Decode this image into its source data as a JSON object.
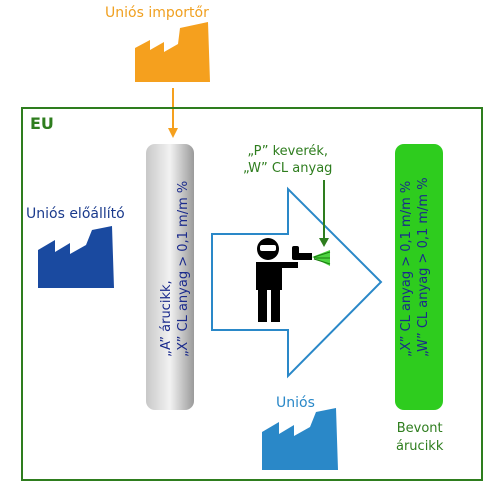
{
  "eu_label": "EU",
  "importer": {
    "label": "Uniós importőr"
  },
  "producer": {
    "label": "Uniós előállító"
  },
  "unios": {
    "label": "Uniós"
  },
  "grey_bar": {
    "line1": "„A” árucikk,",
    "line2": "„X” CL anyag > 0,1 m/m %"
  },
  "mixture": {
    "line1": "„P” keverék,",
    "line2": "„W” CL anyag"
  },
  "green_bar": {
    "line1": "„X” CL anyag > 0,1 m/m %",
    "line2": "„W” CL anyag > 0,1 m/m %"
  },
  "coated": {
    "line1": "Bevont",
    "line2": "árucikk"
  },
  "colors": {
    "eu_green": "#2e7d1e",
    "importer_orange": "#f5a01e",
    "producer_blue": "#1a4aa0",
    "unios_blue": "#2a88c8",
    "bar_green": "#2ecc1e",
    "text_navy": "#1a2a8c"
  }
}
